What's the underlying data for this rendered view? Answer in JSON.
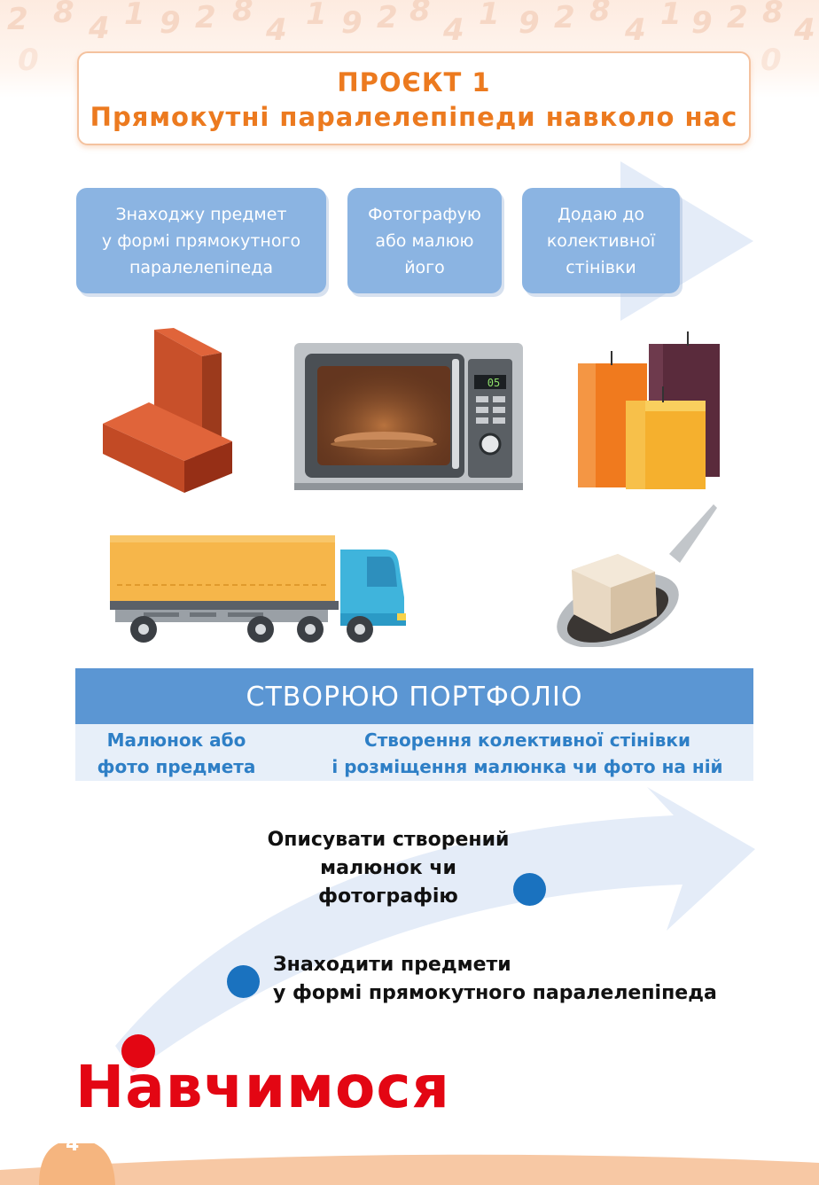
{
  "project": {
    "label": "ПРОЄКТ 1",
    "title": "Прямокутні паралелепіпеди навколо нас"
  },
  "steps": [
    {
      "lines": [
        "Знаходжу предмет",
        "у формі прямокутного",
        "паралелепіпеда"
      ]
    },
    {
      "lines": [
        "Фотографую",
        "або малюю",
        "його"
      ]
    },
    {
      "lines": [
        "Додаю до",
        "колективної",
        "стінівки"
      ]
    }
  ],
  "images": [
    "bricks",
    "microwave",
    "candles",
    "truck",
    "sugar-cube-spoon"
  ],
  "microwave_display": "05",
  "portfolio": {
    "header": "СТВОРЮЮ ПОРТФОЛІО",
    "col1": [
      "Малюнок або",
      "фото предмета"
    ],
    "col2": [
      "Створення колективної стінівки",
      "і розміщення малюнка чи фото на ній"
    ]
  },
  "goals": [
    {
      "lines": [
        "Описувати створений",
        "малюнок чи фотографію"
      ]
    },
    {
      "lines": [
        "Знаходити предмети",
        "у формі прямокутного паралелепіпеда"
      ]
    }
  ],
  "section_title": "Навчимося",
  "page_number": "4",
  "colors": {
    "accent_orange": "#ec7a1f",
    "step_blue": "#8bb4e2",
    "header_blue": "#5b96d3",
    "text_blue": "#2e7fc6",
    "dot_blue": "#1a72bf",
    "red": "#e30613",
    "footer_orange": "#f5b57f"
  }
}
